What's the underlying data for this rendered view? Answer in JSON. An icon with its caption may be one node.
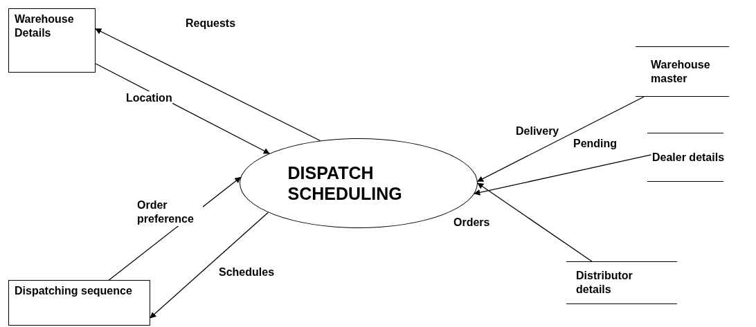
{
  "diagram": {
    "nodes": [
      {
        "text": [
          "Warehouse Details"
        ]
      },
      {
        "text": [
          "DISPATCH SCHEDULING"
        ]
      },
      {
        "text": [
          "Dispatching sequence"
        ]
      },
      {
        "text": [
          "Warehouse master"
        ]
      },
      {
        "text": [
          "Dealer details"
        ]
      },
      {
        "text": [
          "Distributor details"
        ]
      }
    ],
    "edges": [
      {
        "from": 1,
        "to": 0,
        "arrow": "to",
        "label": "Requests"
      },
      {
        "from": 0,
        "to": 1,
        "arrow": "to",
        "label": "Location"
      },
      {
        "from": 3,
        "to": 1,
        "arrow": "to",
        "label": "Delivery"
      },
      {
        "from": 4,
        "to": 1,
        "arrow": "to",
        "label": "Pending"
      },
      {
        "from": 5,
        "to": 1,
        "arrow": "to",
        "label": "Orders"
      },
      {
        "from": 2,
        "to": 1,
        "arrow": "to",
        "label": "Order preference"
      },
      {
        "from": 1,
        "to": 2,
        "arrow": "to",
        "label": "Schedules"
      }
    ]
  }
}
